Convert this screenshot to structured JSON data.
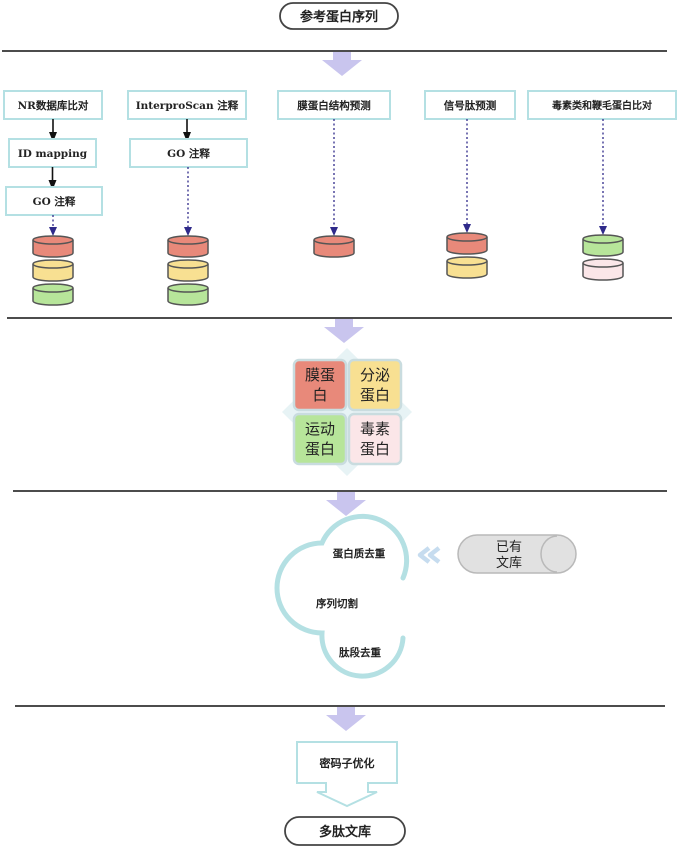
{
  "top_node": {
    "label": "参考蛋白序列"
  },
  "annotation_columns": [
    {
      "steps": [
        "NR数据库比对",
        "ID mapping",
        "GO 注释"
      ],
      "db_colors": [
        "#e8897a",
        "#f8e092",
        "#b7e59a"
      ]
    },
    {
      "steps": [
        "InterproScan 注释",
        "GO 注释"
      ],
      "db_colors": [
        "#e8897a",
        "#f8e092",
        "#b7e59a"
      ]
    },
    {
      "steps": [
        "膜蛋白结构预测"
      ],
      "db_colors": [
        "#e8897a"
      ]
    },
    {
      "steps": [
        "信号肽预测"
      ],
      "db_colors": [
        "#e8897a",
        "#f8e092"
      ]
    },
    {
      "steps": [
        "毒素类和鞭毛蛋白比对"
      ],
      "db_colors": [
        "#b7e59a",
        "#fbe6e8"
      ]
    }
  ],
  "categories": [
    {
      "line1": "膜蛋",
      "line2": "白",
      "color": "#e8897a"
    },
    {
      "line1": "分泌",
      "line2": "蛋白",
      "color": "#f8e092"
    },
    {
      "line1": "运动",
      "line2": "蛋白",
      "color": "#b7e59a"
    },
    {
      "line1": "毒素",
      "line2": "蛋白",
      "color": "#fbe6e8"
    }
  ],
  "dedup_steps": [
    "蛋白质去重",
    "序列切割",
    "肽段去重"
  ],
  "existing_library": {
    "line1": "已有",
    "line2": "文库"
  },
  "optimize_step": {
    "label": "密码子优化"
  },
  "bottom_node": {
    "label": "多肽文库"
  },
  "colors": {
    "step_border": "#b4e0e3",
    "loop_stroke": "#b4e0e3",
    "stage_arrow": "#c9c5ee",
    "dotted_arrow": "#2f2a8a",
    "chevron": "#c6dcef",
    "pill_fill": "#e1e1e1"
  }
}
